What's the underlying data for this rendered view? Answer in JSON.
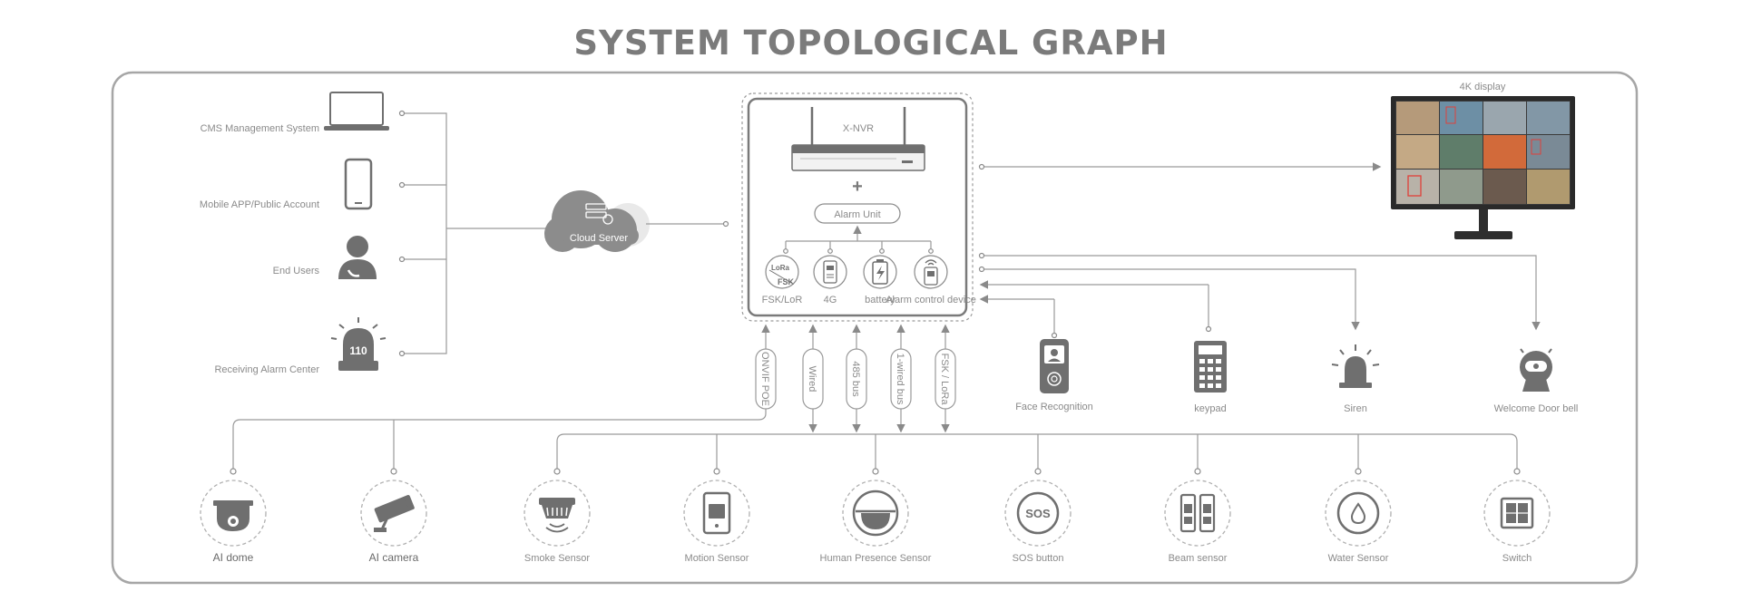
{
  "title": "SYSTEM TOPOLOGICAL GRAPH",
  "left_clients": [
    {
      "label": "CMS Management System",
      "icon": "laptop-icon"
    },
    {
      "label": "Mobile APP/Public Account",
      "icon": "smartphone-icon"
    },
    {
      "label": "End Users",
      "icon": "user-icon"
    },
    {
      "label": "Receiving Alarm Center",
      "icon": "alarm-center-icon",
      "icon_text": "110"
    }
  ],
  "cloud": {
    "label": "Cloud Server",
    "icon": "cloud-server-icon"
  },
  "nvr": {
    "label": "X-NVR",
    "plus": "+",
    "alarm_unit": "Alarm Unit",
    "modules": [
      {
        "label": "FSK/LoR",
        "icon": "lora-fsk-icon",
        "icon_text_top": "LoRa",
        "icon_text_bottom": "FSK"
      },
      {
        "label": "4G",
        "icon": "4g-module-icon"
      },
      {
        "label": "battery",
        "icon": "battery-icon"
      },
      {
        "label": "Alarm control device",
        "icon": "alarm-control-icon"
      }
    ]
  },
  "display": {
    "label": "4K display",
    "icon": "monitor-icon"
  },
  "buses": [
    "ONVIF POE",
    "Wired",
    "485 bus",
    "1-wired bus",
    "FSK / LoRa"
  ],
  "right_devices": [
    {
      "label": "Face Recognition",
      "icon": "face-recognition-icon"
    },
    {
      "label": "keypad",
      "icon": "keypad-icon"
    },
    {
      "label": "Siren",
      "icon": "siren-icon"
    },
    {
      "label": "Welcome Door bell",
      "icon": "doorbell-icon"
    }
  ],
  "sensors": [
    {
      "label": "AI dome",
      "icon": "dome-camera-icon"
    },
    {
      "label": "AI camera",
      "icon": "bullet-camera-icon"
    },
    {
      "label": "Smoke Sensor",
      "icon": "smoke-sensor-icon"
    },
    {
      "label": "Motion Sensor",
      "icon": "motion-sensor-icon"
    },
    {
      "label": "Human Presence Sensor",
      "icon": "presence-sensor-icon"
    },
    {
      "label": "SOS button",
      "icon": "sos-button-icon",
      "icon_text": "SOS"
    },
    {
      "label": "Beam sensor",
      "icon": "beam-sensor-icon"
    },
    {
      "label": "Water Sensor",
      "icon": "water-sensor-icon"
    },
    {
      "label": "Switch",
      "icon": "switch-icon"
    }
  ]
}
